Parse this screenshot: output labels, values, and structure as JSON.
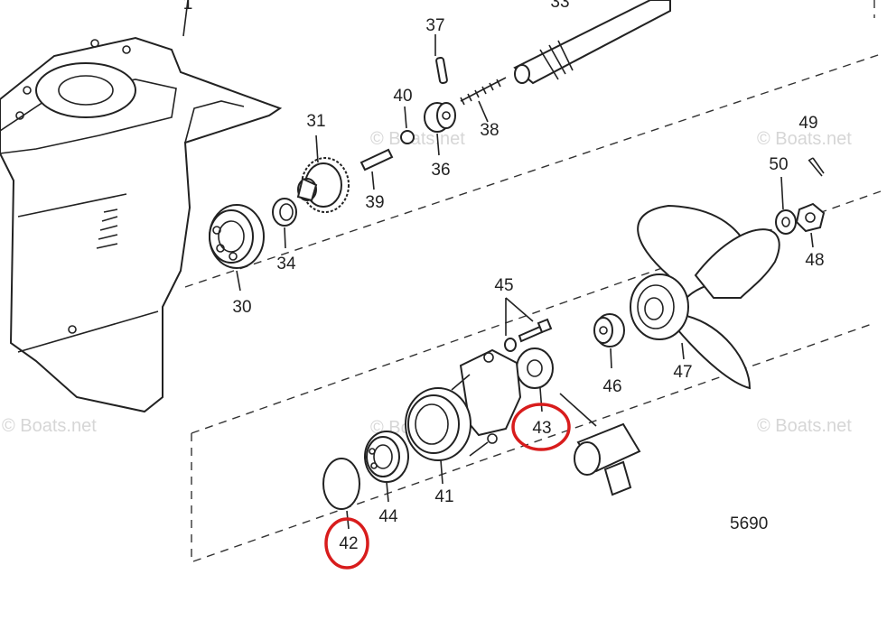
{
  "diagram": {
    "figure_id": "5690",
    "watermark": "© Boats.net",
    "labels": {
      "p1": "1",
      "p30": "30",
      "p31": "31",
      "p33": "33",
      "p34": "34",
      "p36": "36",
      "p37": "37",
      "p38": "38",
      "p39": "39",
      "p40": "40",
      "p41": "41",
      "p42": "42",
      "p43": "43",
      "p44": "44",
      "p45": "45",
      "p46": "46",
      "p47": "47",
      "p48": "48",
      "p49": "49",
      "p50": "50"
    },
    "highlighted_parts": [
      "42",
      "43"
    ],
    "highlight_color": "#d81c1c"
  }
}
